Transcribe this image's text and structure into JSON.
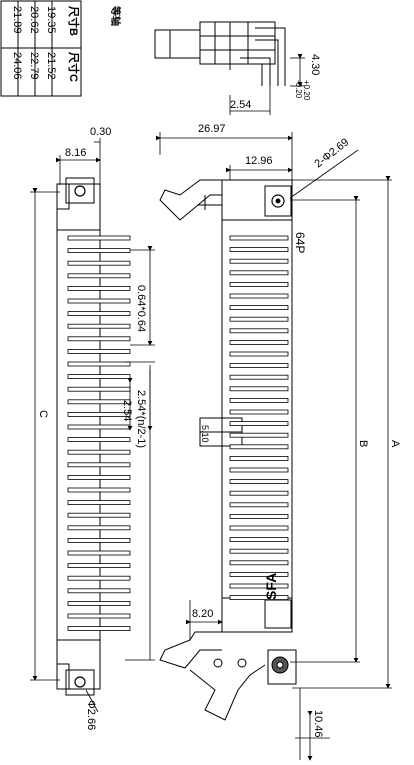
{
  "table": {
    "header_b": "尺寸B",
    "header_c": "尺寸C",
    "rows": [
      {
        "b": "19.35",
        "c": "21.52"
      },
      {
        "b": "20.62",
        "c": "22.79"
      },
      {
        "b": "21.89",
        "c": "24.06"
      }
    ]
  },
  "notes": {
    "side_label": "等轴"
  },
  "dimensions": {
    "tol_pin": "4.30",
    "tol_plus": "+0.20",
    "tol_minus": "-0.20",
    "pitch_254_top": "2.54",
    "width_2697": "26.97",
    "width_030": "0.30",
    "width_816": "8.16",
    "width_1296": "12.96",
    "hole_269": "2-Φ2.69",
    "pin_064": "0.64*0.64",
    "pitch_formula": "2.54*(n/2-1)",
    "pitch_254_mid": "2.54",
    "dim_c": "C",
    "dim_b": "B",
    "dim_a": "A",
    "key_510": "5.10",
    "width_820": "8.20",
    "hole_266": "Φ2.66",
    "height_1046": "10.46"
  },
  "markings": {
    "pin_label": "64P",
    "brand": "SFA"
  }
}
